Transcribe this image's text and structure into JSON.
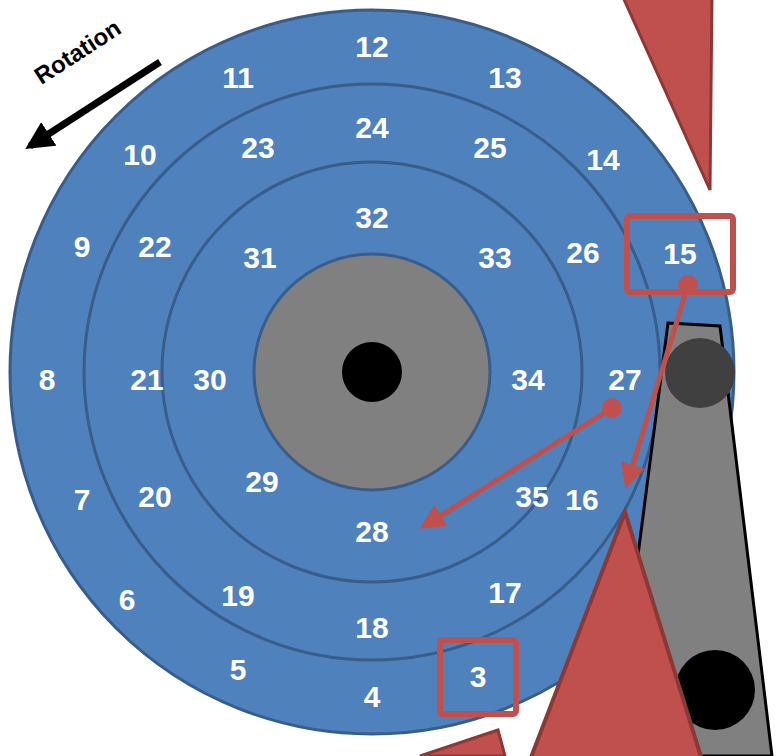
{
  "diagram": {
    "nodes": [
      {
        "text": [
          "15"
        ]
      },
      {
        "text": [
          "3"
        ]
      }
    ],
    "labels": [
      "Rotation",
      "4",
      "5",
      "6",
      "7",
      "8",
      "9",
      "10",
      "11",
      "12",
      "13",
      "14",
      "16",
      "17",
      "18",
      "19",
      "20",
      "21",
      "22",
      "23",
      "24",
      "25",
      "26",
      "27",
      "28",
      "29",
      "30",
      "31",
      "32",
      "33",
      "34",
      "35"
    ]
  }
}
